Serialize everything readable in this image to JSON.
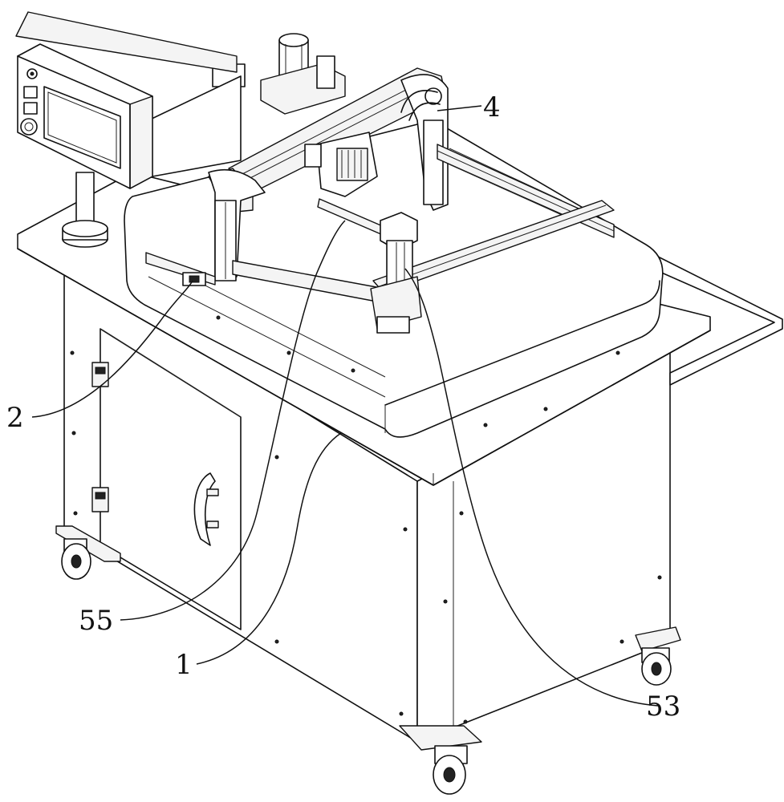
{
  "callouts": [
    {
      "id": "c1",
      "label": "1"
    },
    {
      "id": "c2",
      "label": "2"
    },
    {
      "id": "c4",
      "label": "4"
    },
    {
      "id": "c53",
      "label": "53"
    },
    {
      "id": "c55",
      "label": "55"
    }
  ]
}
